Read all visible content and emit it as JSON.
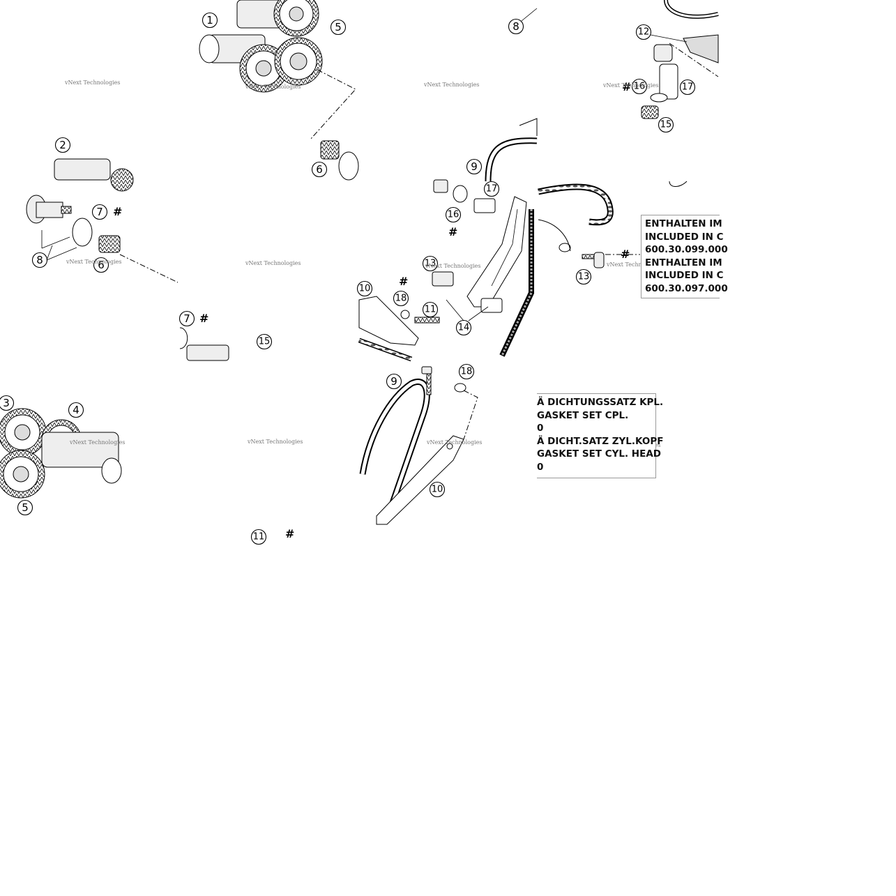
{
  "watermark": "vNext Technologies",
  "hash_mark": "#",
  "callouts": {
    "c1": "1",
    "c2": "2",
    "c3": "3",
    "c4": "4",
    "c5": "5",
    "c6": "6",
    "c7": "7",
    "c8": "8",
    "c9": "9",
    "c10": "10",
    "c11": "11",
    "c12": "12",
    "c13": "13",
    "c14": "14",
    "c15": "15",
    "c16": "16",
    "c17": "17",
    "c18": "18"
  },
  "note_top": {
    "line1": "ENTHALTEN IM",
    "line2": "INCLUDED IN C",
    "line3": "600.30.099.000",
    "line4": "ENTHALTEN IM",
    "line5": "INCLUDED IN C",
    "line6": "600.30.097.000"
  },
  "note_bottom": {
    "line1": "Ä DICHTUNGSSATZ KPL.",
    "line2": "GASKET SET CPL.",
    "line3": "0",
    "line4": "Ä DICHT.SATZ ZYL.KOPF",
    "line5": "GASKET SET CYL. HEAD",
    "line6": "0"
  }
}
